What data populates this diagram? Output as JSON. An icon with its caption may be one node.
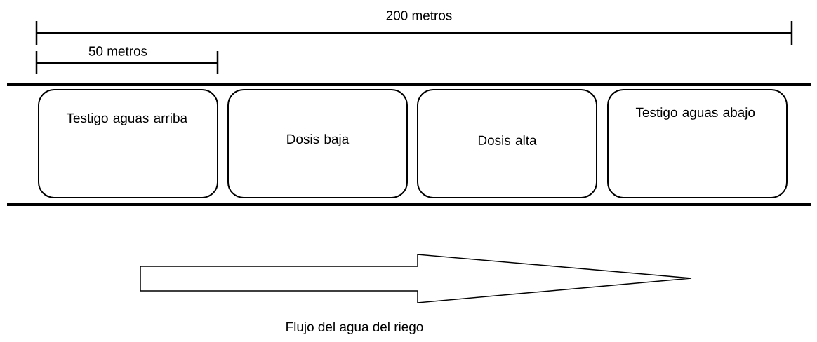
{
  "diagram": {
    "nodes": [
      {
        "text": [
          "Testigo aguas arriba"
        ]
      },
      {
        "text": [
          "Dosis baja"
        ]
      },
      {
        "text": [
          "Dosis alta"
        ]
      },
      {
        "text": [
          "Testigo aguas abajo"
        ]
      }
    ],
    "labels": [
      "200 metros",
      "50 metros",
      "Flujo del agua del riego"
    ]
  }
}
